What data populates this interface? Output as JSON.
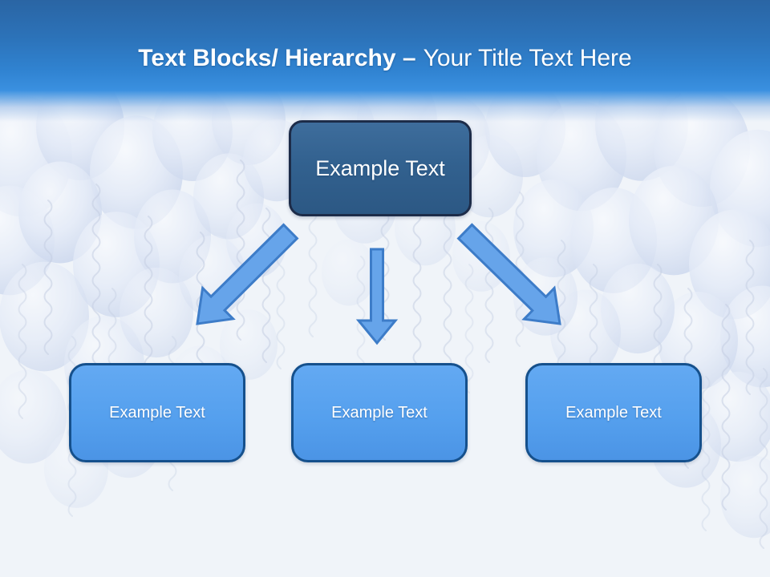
{
  "slide": {
    "title": {
      "bold": "Text Blocks/ Hierarchy –",
      "regular": "Your Title Text Here"
    }
  },
  "diagram": {
    "root": {
      "label": "Example Text"
    },
    "children": [
      {
        "label": "Example Text"
      },
      {
        "label": "Example Text"
      },
      {
        "label": "Example Text"
      }
    ]
  },
  "colors": {
    "header_top": "#2a65a4",
    "header_bright": "#3a90e0",
    "background": "#f0f4f9",
    "root_fill": "#32618f",
    "root_border": "#1d2c49",
    "child_fill": "#55a0ee",
    "child_border": "#15508c",
    "arrow_fill": "#66a4ea",
    "arrow_stroke": "#3d7cc8",
    "balloon_tint": "#d6dff2",
    "text": "#ffffff"
  }
}
